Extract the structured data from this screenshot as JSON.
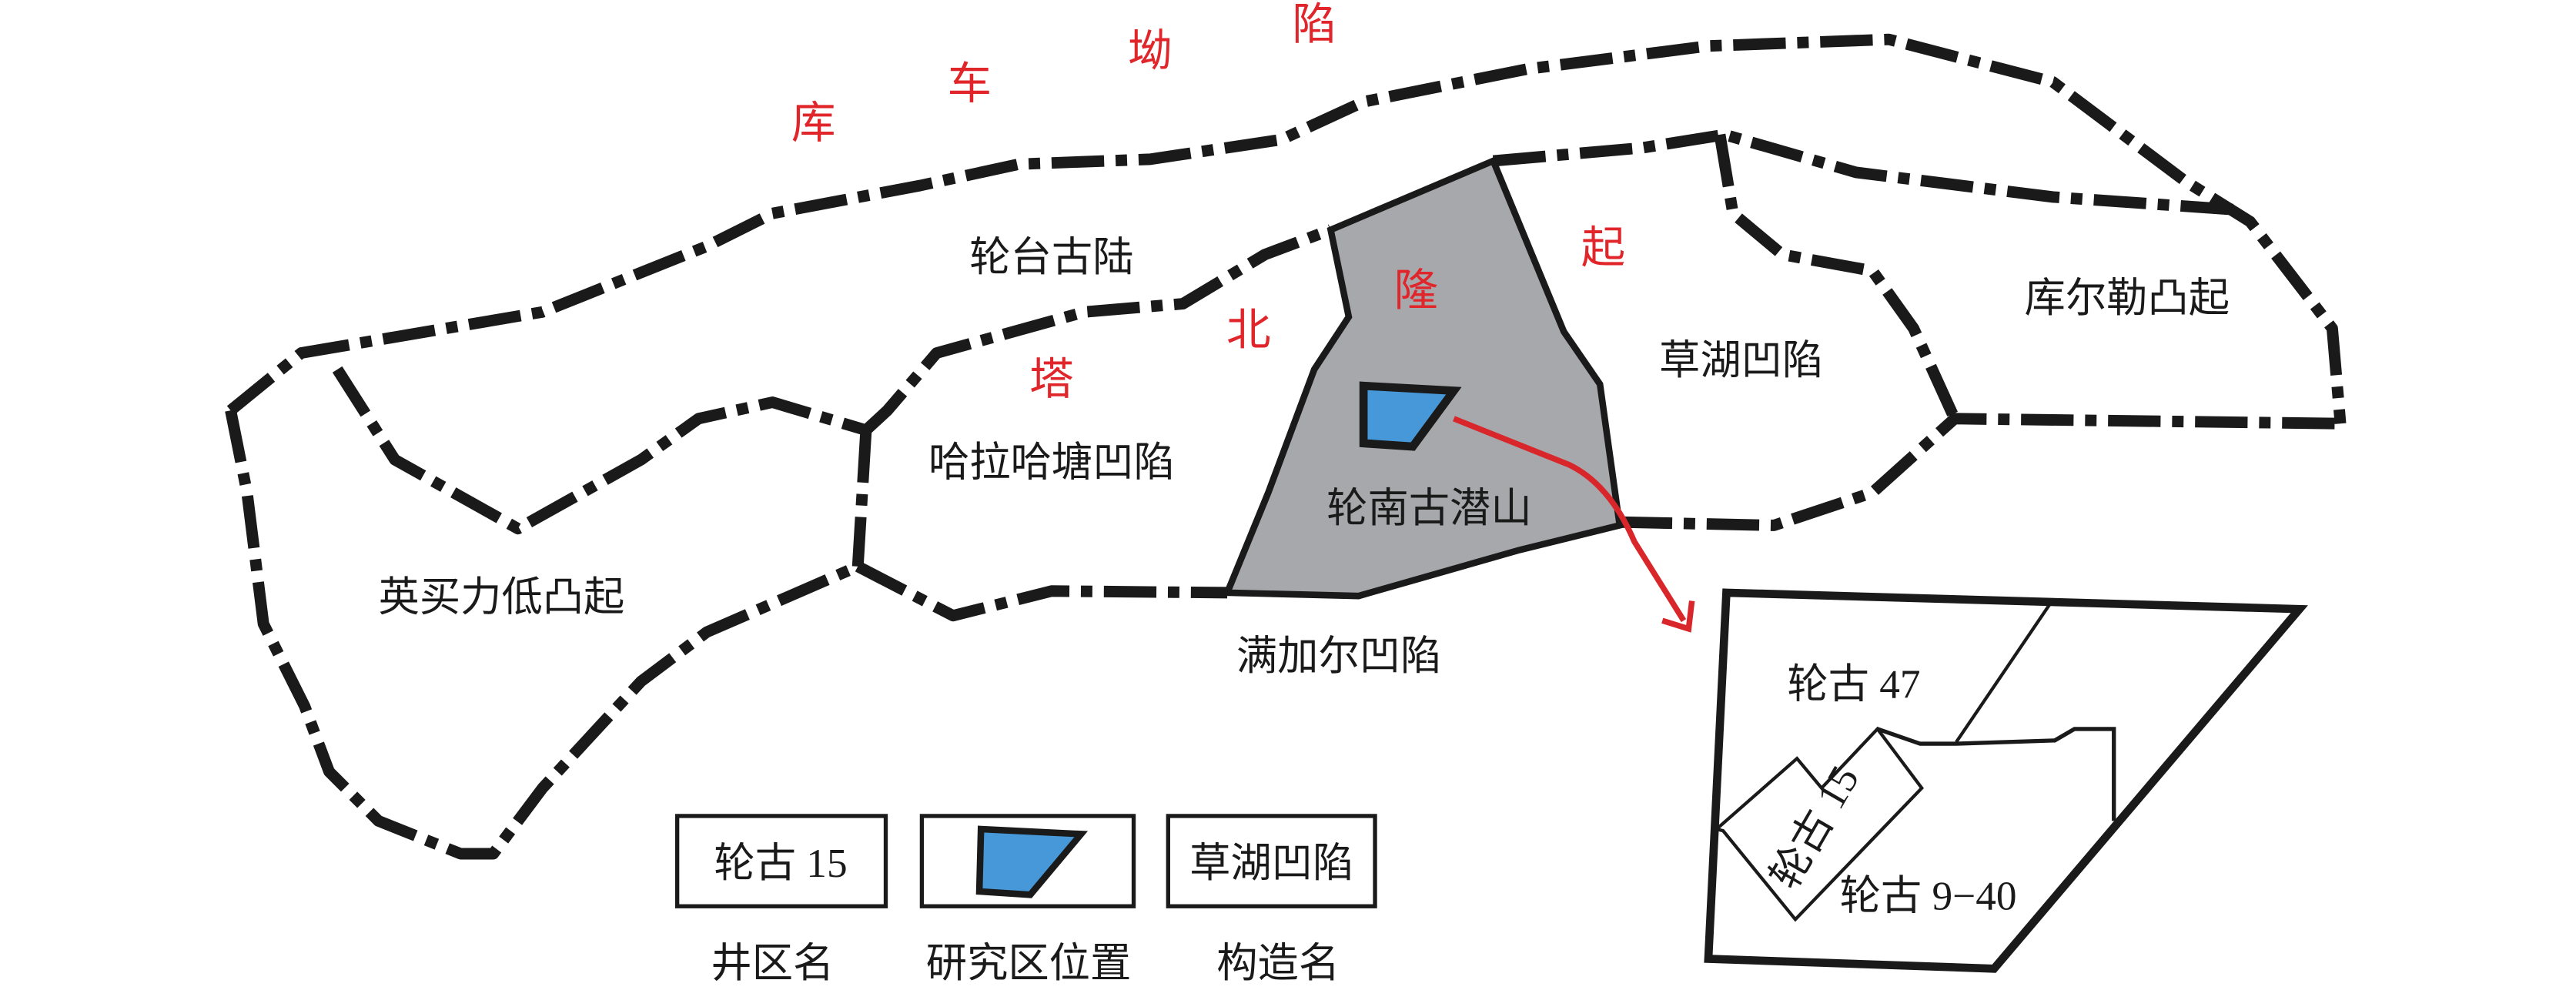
{
  "colors": {
    "study_area": "#4698d8",
    "buried_hill": "#a7a8ab",
    "arrow": "#d9262a",
    "red_label": "#e0262a",
    "line": "#1a1a1a"
  },
  "regional_labels": {
    "kuche": [
      "库",
      "车",
      "坳",
      "陷"
    ],
    "tabei": [
      "塔",
      "北",
      "隆",
      "起"
    ]
  },
  "units": {
    "luntai": "轮台古陆",
    "halahatang": "哈拉哈塘凹陷",
    "yingmaili": "英买力低凸起",
    "lunnan": "轮南古潜山",
    "manjiaer": "满加尔凹陷",
    "caohu": "草湖凹陷",
    "kuerle": "库尔勒凸起"
  },
  "inset": {
    "lungu47": "轮古 47",
    "lungu15": "轮古 15",
    "lungu940": "轮古 9−40"
  },
  "legend": {
    "items": [
      {
        "sample": "轮古 15",
        "caption": "井区名"
      },
      {
        "sample": "",
        "caption": "研究区位置"
      },
      {
        "sample": "草湖凹陷",
        "caption": "构造名"
      }
    ]
  }
}
